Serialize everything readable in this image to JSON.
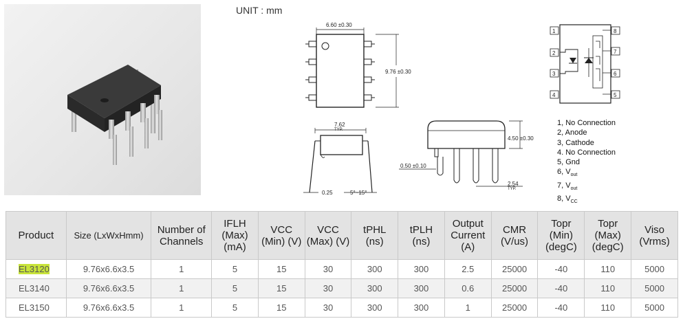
{
  "unit_label": "UNIT : mm",
  "dimensions": {
    "body_width": "6.60 ±0.30",
    "body_length": "9.76 ±0.30",
    "row_spacing": "7.62",
    "row_spacing_note": "TYP.",
    "lead_thickness": "0.25",
    "lead_angle": "5°~15°",
    "height": "4.50 ±0.30",
    "lead_width": "0.50 ±0.10",
    "pitch": "2.54",
    "pitch_note": "TYP."
  },
  "schematic_pins": [
    "1",
    "2",
    "3",
    "4",
    "5",
    "6",
    "7",
    "8"
  ],
  "pin_legend": [
    {
      "text": "1, No Connection",
      "sub": ""
    },
    {
      "text": "2, Anode",
      "sub": ""
    },
    {
      "text": "3, Cathode",
      "sub": ""
    },
    {
      "text": "4. No Connection",
      "sub": ""
    },
    {
      "text": "5, Gnd",
      "sub": ""
    },
    {
      "text": "6, V",
      "sub": "out"
    },
    {
      "text": "7, V",
      "sub": "out"
    },
    {
      "text": "8, V",
      "sub": "CC"
    }
  ],
  "table": {
    "headers": [
      "Product",
      "Size (LxWxHmm)",
      "Number of Channels",
      "IFLH (Max) (mA)",
      "VCC (Min) (V)",
      "VCC (Max) (V)",
      "tPHL (ns)",
      "tPLH (ns)",
      "Output Current (A)",
      "CMR (V/us)",
      "Topr (Min) (degC)",
      "Topr (Max) (degC)",
      "Viso (Vrms)"
    ],
    "rows": [
      [
        "EL3120",
        "9.76x6.6x3.5",
        "1",
        "5",
        "15",
        "30",
        "300",
        "300",
        "2.5",
        "25000",
        "-40",
        "110",
        "5000"
      ],
      [
        "EL3140",
        "9.76x6.6x3.5",
        "1",
        "5",
        "15",
        "30",
        "300",
        "300",
        "0.6",
        "25000",
        "-40",
        "110",
        "5000"
      ],
      [
        "EL3150",
        "9.76x6.6x3.5",
        "1",
        "5",
        "15",
        "30",
        "300",
        "300",
        "1",
        "25000",
        "-40",
        "110",
        "5000"
      ]
    ],
    "highlight_color": "#c8e43a"
  }
}
